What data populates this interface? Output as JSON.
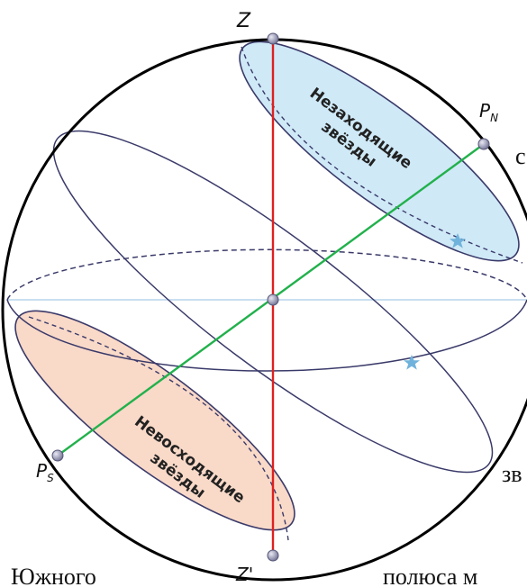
{
  "diagram": {
    "labels": {
      "zenith": "Z",
      "nadir": "Z'",
      "north_pole": "P",
      "north_pole_sub": "N",
      "south_pole": "P",
      "south_pole_sub": "S"
    },
    "zones": {
      "circumpolar_line1": "Незаходящие",
      "circumpolar_line2": "звёзды",
      "never_rising_line1": "Невосходящие",
      "never_rising_line2": "звёзды"
    },
    "background_text": {
      "bottom_left": "Южного",
      "bottom_right": "полюса м",
      "right_fragment_1": "с",
      "right_fragment_2": "зв"
    },
    "colors": {
      "sphere": "#000000",
      "meridian_axis": "#e02020",
      "world_axis": "#22b14c",
      "circumpolar_fill": "#cfe9f7",
      "never_rising_fill": "#f9d9c8",
      "star": "#6fb3dc",
      "horizon_line": "#b8d4ec",
      "circles": "#3a3a6a"
    },
    "icons": [
      "star-icon",
      "star-icon"
    ]
  }
}
